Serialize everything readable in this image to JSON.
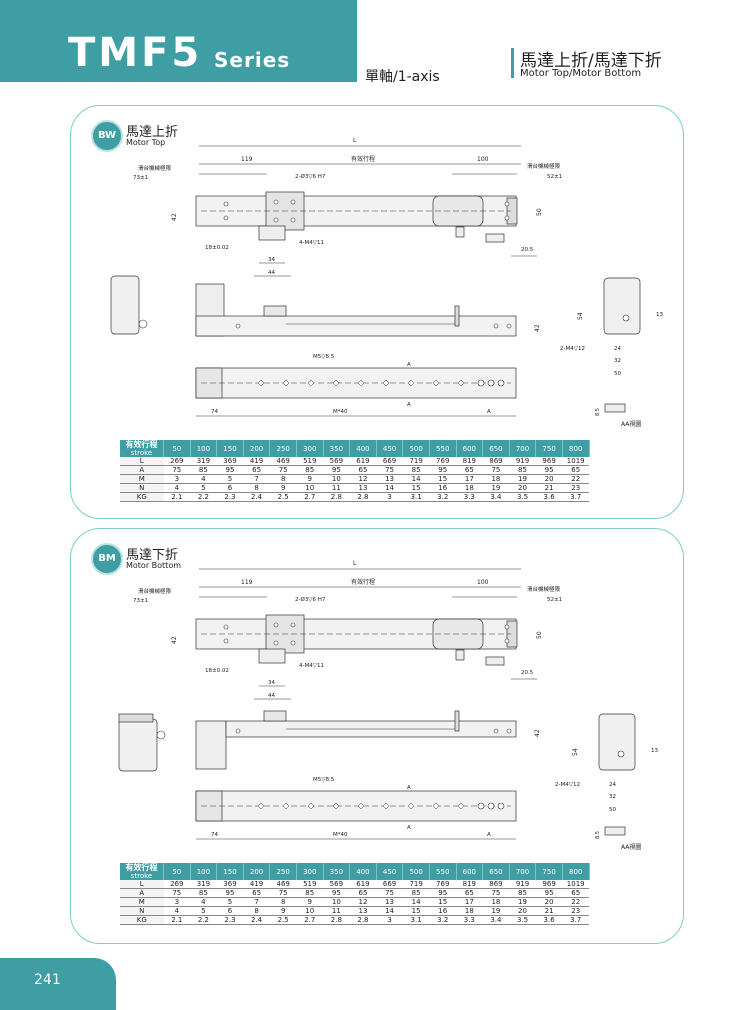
{
  "header": {
    "series": "TMF5",
    "series_suffix": "Series",
    "axis": "單軸/1-axis",
    "title_cn": "馬達上折/馬達下折",
    "title_en": "Motor Top/Motor Bottom"
  },
  "sections": [
    {
      "badge": "BW",
      "title": "馬達上折",
      "subtitle": "Motor Top",
      "dims": {
        "L": "L",
        "stroke_cn": "有效行程",
        "d119": "119",
        "d100": "100",
        "limit_left": "滑台機械極限",
        "limit_right": "滑台機械極限",
        "d73": "73±1",
        "d52": "52±1",
        "hole_spec": "2-Ø3▽6 H7",
        "d42": "42",
        "d50": "50",
        "d18": "18±0.02",
        "m4_spec": "4-M4▽11",
        "d34": "34",
        "d44": "44",
        "d205": "20.5",
        "d54": "54",
        "d13": "13",
        "d24": "24",
        "d32": "32",
        "d50b": "50",
        "m4_12": "2-M4▽12",
        "m5_spec": "M5▽8.5",
        "d74": "74",
        "m40": "M*40",
        "A": "A",
        "d85": "8.5",
        "aa_view": "AA視圖",
        "d42b": "42"
      }
    },
    {
      "badge": "BM",
      "title": "馬達下折",
      "subtitle": "Motor Bottom",
      "dims": {
        "L": "L",
        "stroke_cn": "有效行程",
        "d119": "119",
        "d100": "100",
        "limit_left": "滑台機械極限",
        "limit_right": "滑台機械極限",
        "d73": "73±1",
        "d52": "52±1",
        "hole_spec": "2-Ø3▽6 H7",
        "d42": "42",
        "d50": "50",
        "d18": "18±0.02",
        "m4_spec": "4-M4▽11",
        "d34": "34",
        "d44": "44",
        "d205": "20.5",
        "d54": "54",
        "d13": "13",
        "d24": "24",
        "d32": "32",
        "d50b": "50",
        "m4_12": "2-M4▽12",
        "m5_spec": "M5▽8.5",
        "d74": "74",
        "m40": "M*40",
        "A": "A",
        "d85": "8.5",
        "aa_view": "AA視圖",
        "d42b": "42"
      }
    }
  ],
  "table": {
    "corner_cn": "有效行程",
    "corner_en": "stroke",
    "strokes": [
      "50",
      "100",
      "150",
      "200",
      "250",
      "300",
      "350",
      "400",
      "450",
      "500",
      "550",
      "600",
      "650",
      "700",
      "750",
      "800"
    ],
    "rows": [
      {
        "label": "L",
        "values": [
          "269",
          "319",
          "369",
          "419",
          "469",
          "519",
          "569",
          "619",
          "669",
          "719",
          "769",
          "819",
          "869",
          "919",
          "969",
          "1019"
        ]
      },
      {
        "label": "A",
        "values": [
          "75",
          "85",
          "95",
          "65",
          "75",
          "85",
          "95",
          "65",
          "75",
          "85",
          "95",
          "65",
          "75",
          "85",
          "95",
          "65"
        ]
      },
      {
        "label": "M",
        "values": [
          "3",
          "4",
          "5",
          "7",
          "8",
          "9",
          "10",
          "12",
          "13",
          "14",
          "15",
          "17",
          "18",
          "19",
          "20",
          "22"
        ]
      },
      {
        "label": "N",
        "values": [
          "4",
          "5",
          "6",
          "8",
          "9",
          "10",
          "11",
          "13",
          "14",
          "15",
          "16",
          "18",
          "19",
          "20",
          "21",
          "23"
        ]
      },
      {
        "label": "KG",
        "values": [
          "2.1",
          "2.2",
          "2.3",
          "2.4",
          "2.5",
          "2.7",
          "2.8",
          "2.8",
          "3",
          "3.1",
          "3.2",
          "3.3",
          "3.4",
          "3.5",
          "3.6",
          "3.7"
        ]
      }
    ]
  },
  "footer": {
    "page": "241"
  },
  "colors": {
    "accent": "#3e9ea3",
    "panel_border": "#7ecfc8"
  }
}
